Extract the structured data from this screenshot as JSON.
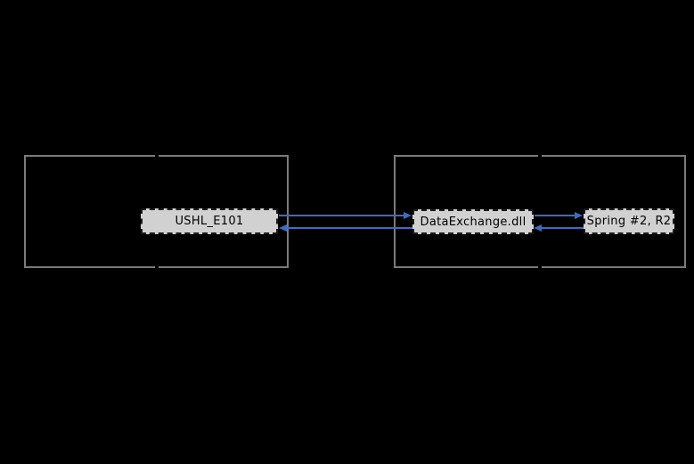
{
  "diagram": {
    "type": "dependency-graph",
    "background": "#000000",
    "colors": {
      "group_border": "#7b7b7b",
      "node_fill": "#d1d1d1",
      "node_border": "#1a1a1a",
      "node_text": "#000000",
      "arrow": "#3d6bc5"
    },
    "groups": [
      {
        "id": "left",
        "contains": [
          "USHL_E101"
        ]
      },
      {
        "id": "right",
        "contains": [
          "DataExchange.dll",
          "Spring #2, R2"
        ]
      }
    ],
    "nodes": [
      {
        "id": "ushl-e101",
        "label": "USHL_E101",
        "group": "left"
      },
      {
        "id": "dataexchange-dll",
        "label": "DataExchange.dll",
        "group": "right"
      },
      {
        "id": "spring-2-r2",
        "label": "Spring #2, R2",
        "group": "right"
      }
    ],
    "edges": [
      {
        "from": "USHL_E101",
        "to": "DataExchange.dll",
        "direction": "right"
      },
      {
        "from": "DataExchange.dll",
        "to": "USHL_E101",
        "direction": "left"
      },
      {
        "from": "DataExchange.dll",
        "to": "Spring #2, R2",
        "direction": "right"
      },
      {
        "from": "Spring #2, R2",
        "to": "DataExchange.dll",
        "direction": "left"
      }
    ]
  }
}
